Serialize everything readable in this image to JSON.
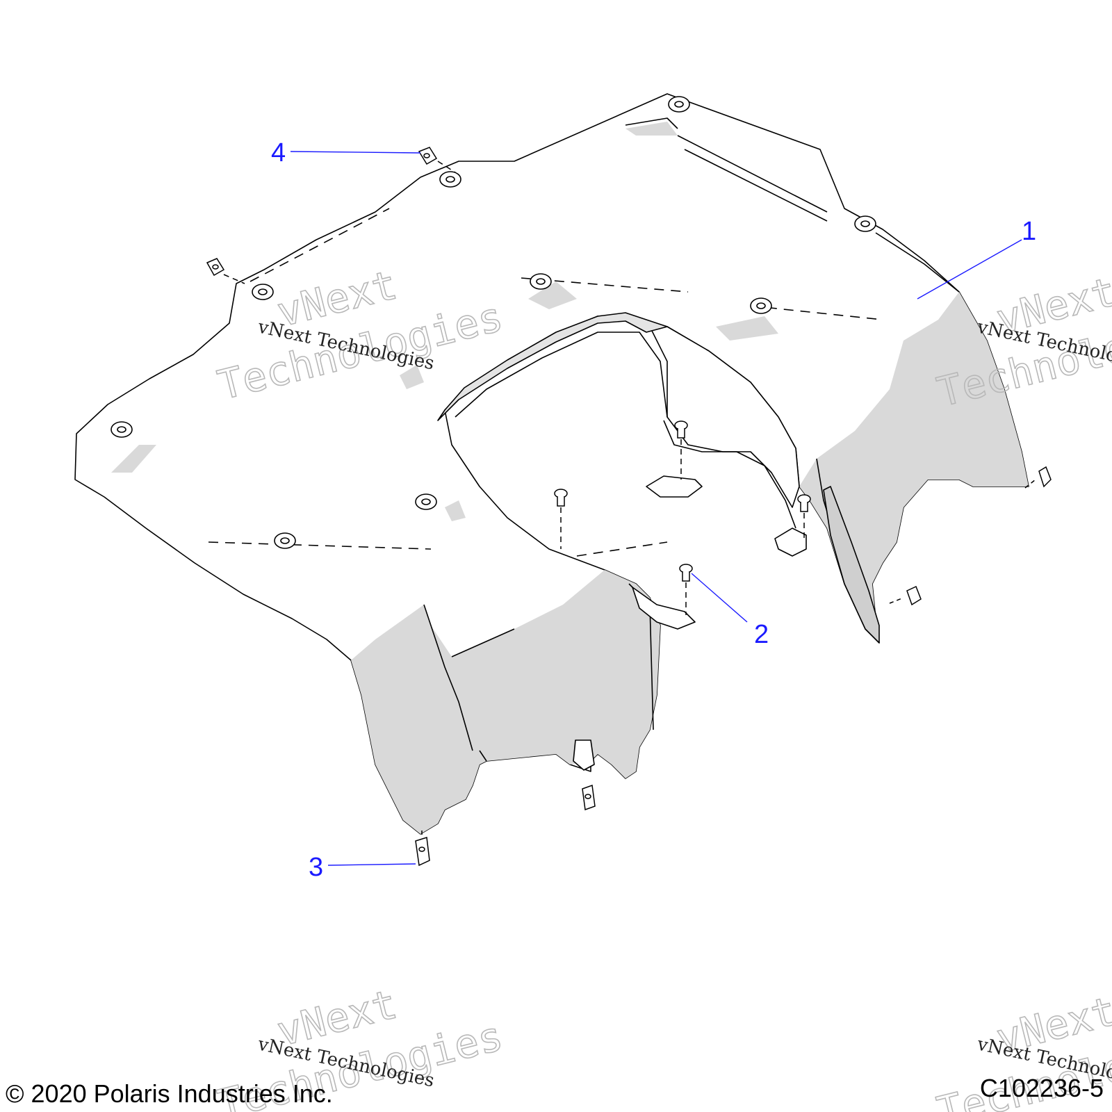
{
  "callouts": [
    {
      "num": "1",
      "color": "#1a1aff"
    },
    {
      "num": "2",
      "color": "#1a1aff"
    },
    {
      "num": "3",
      "color": "#1a1aff"
    },
    {
      "num": "4",
      "color": "#1a1aff"
    }
  ],
  "watermark": {
    "line": "vNext Technologies",
    "outline_top": "vNext",
    "outline_bottom": "Technologies"
  },
  "footer": {
    "copyright": "© 2020 Polaris Industries Inc.",
    "figure_id": "C102236-5"
  },
  "colors": {
    "part_fill": "#ffffff",
    "shade_fill": "#d9d9d9",
    "line": "#000000",
    "callout": "#1a1aff"
  }
}
